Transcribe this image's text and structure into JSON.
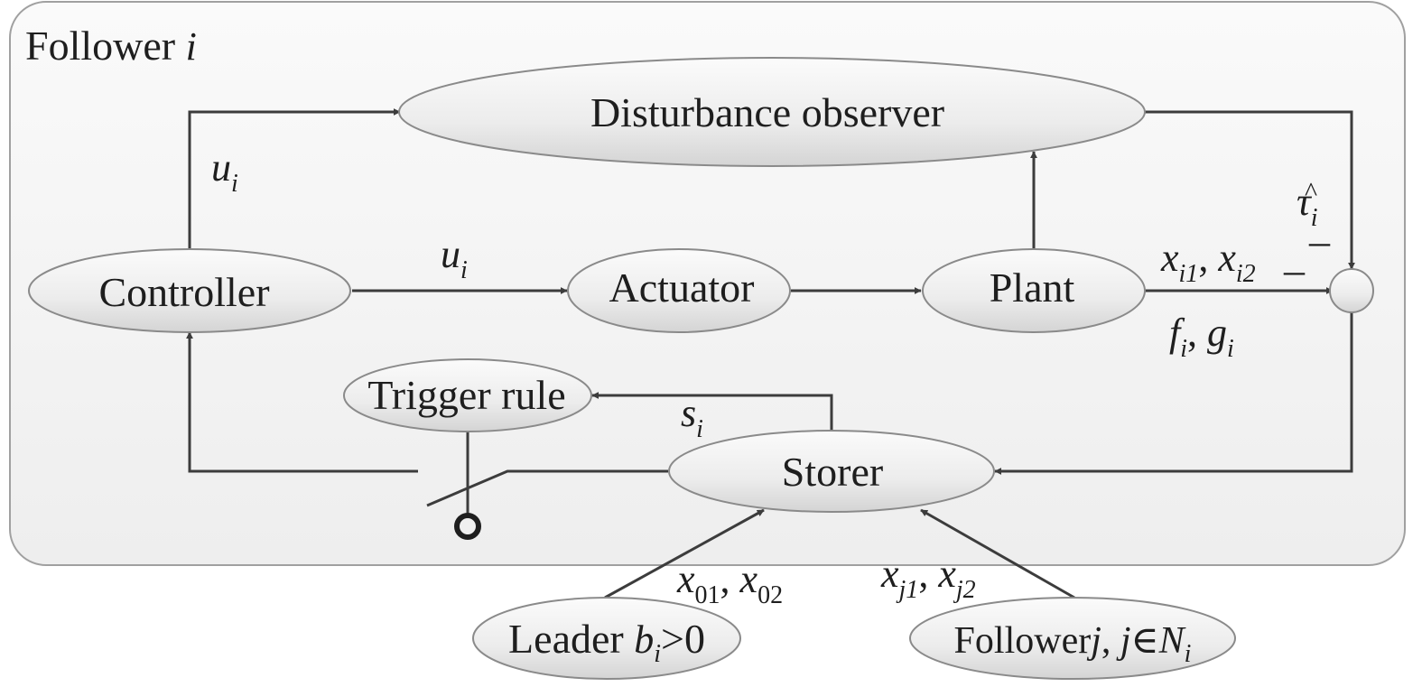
{
  "frame": {
    "title": "Follower",
    "title_var": "i"
  },
  "nodes": {
    "disturbance_observer": "Disturbance observer",
    "controller": "Controller",
    "actuator": "Actuator",
    "plant": "Plant",
    "trigger_rule": "Trigger rule",
    "storer": "Storer",
    "leader": {
      "text": "Leader",
      "var": "b",
      "sub": "i",
      "cond": ">0"
    },
    "follower_j": {
      "text": "Follower",
      "var": "j",
      "sep": ", ",
      "var2": "j",
      "rel": "∈",
      "set": "N",
      "sub": "i"
    }
  },
  "signals": {
    "u_top": {
      "var": "u",
      "sub": "i"
    },
    "u_mid": {
      "var": "u",
      "sub": "i"
    },
    "tau_hat": {
      "var": "τ",
      "accent": "^",
      "sub": "i"
    },
    "minus_sign": "–",
    "plant_out": {
      "a": "x",
      "a_sub": "i1",
      "sep": ", ",
      "b": "x",
      "b_sub": "i2"
    },
    "plant_fun": {
      "a": "f",
      "a_sub": "i",
      "sep": ", ",
      "b": "g",
      "b_sub": "i"
    },
    "s": {
      "var": "s",
      "sub": "i"
    },
    "leader_state": {
      "a": "x",
      "a_sub": "01",
      "sep": ", ",
      "b": "x",
      "b_sub": "02"
    },
    "neighbor_state": {
      "a": "x",
      "a_sub": "j1",
      "sep": ", ",
      "b": "x",
      "b_sub": "j2"
    }
  }
}
